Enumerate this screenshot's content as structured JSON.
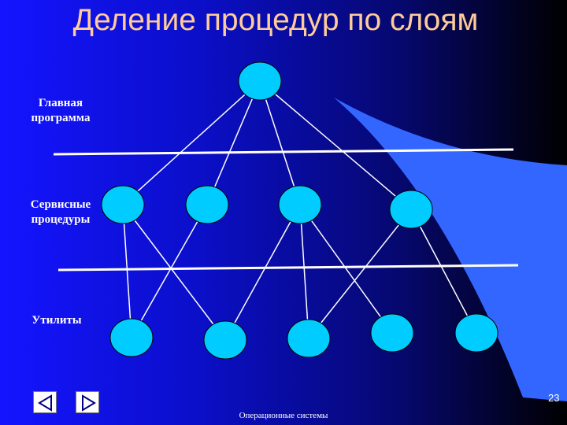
{
  "slide": {
    "title": "Деление процедур по слоям",
    "levels": {
      "main": "Главная программа",
      "main_line1": "Главная",
      "main_line2": "программа",
      "service_line1": "Сервисные",
      "service_line2": "процедуры",
      "utilities": "Утилиты"
    },
    "footer": "Операционные системы",
    "page_number": "23"
  },
  "navigation": {
    "prev_icon": "triangle-left-icon",
    "next_icon": "triangle-right-icon"
  },
  "colors": {
    "node_fill": "#00ccff",
    "title": "#ffcc99",
    "swoosh": "#3366ff"
  }
}
